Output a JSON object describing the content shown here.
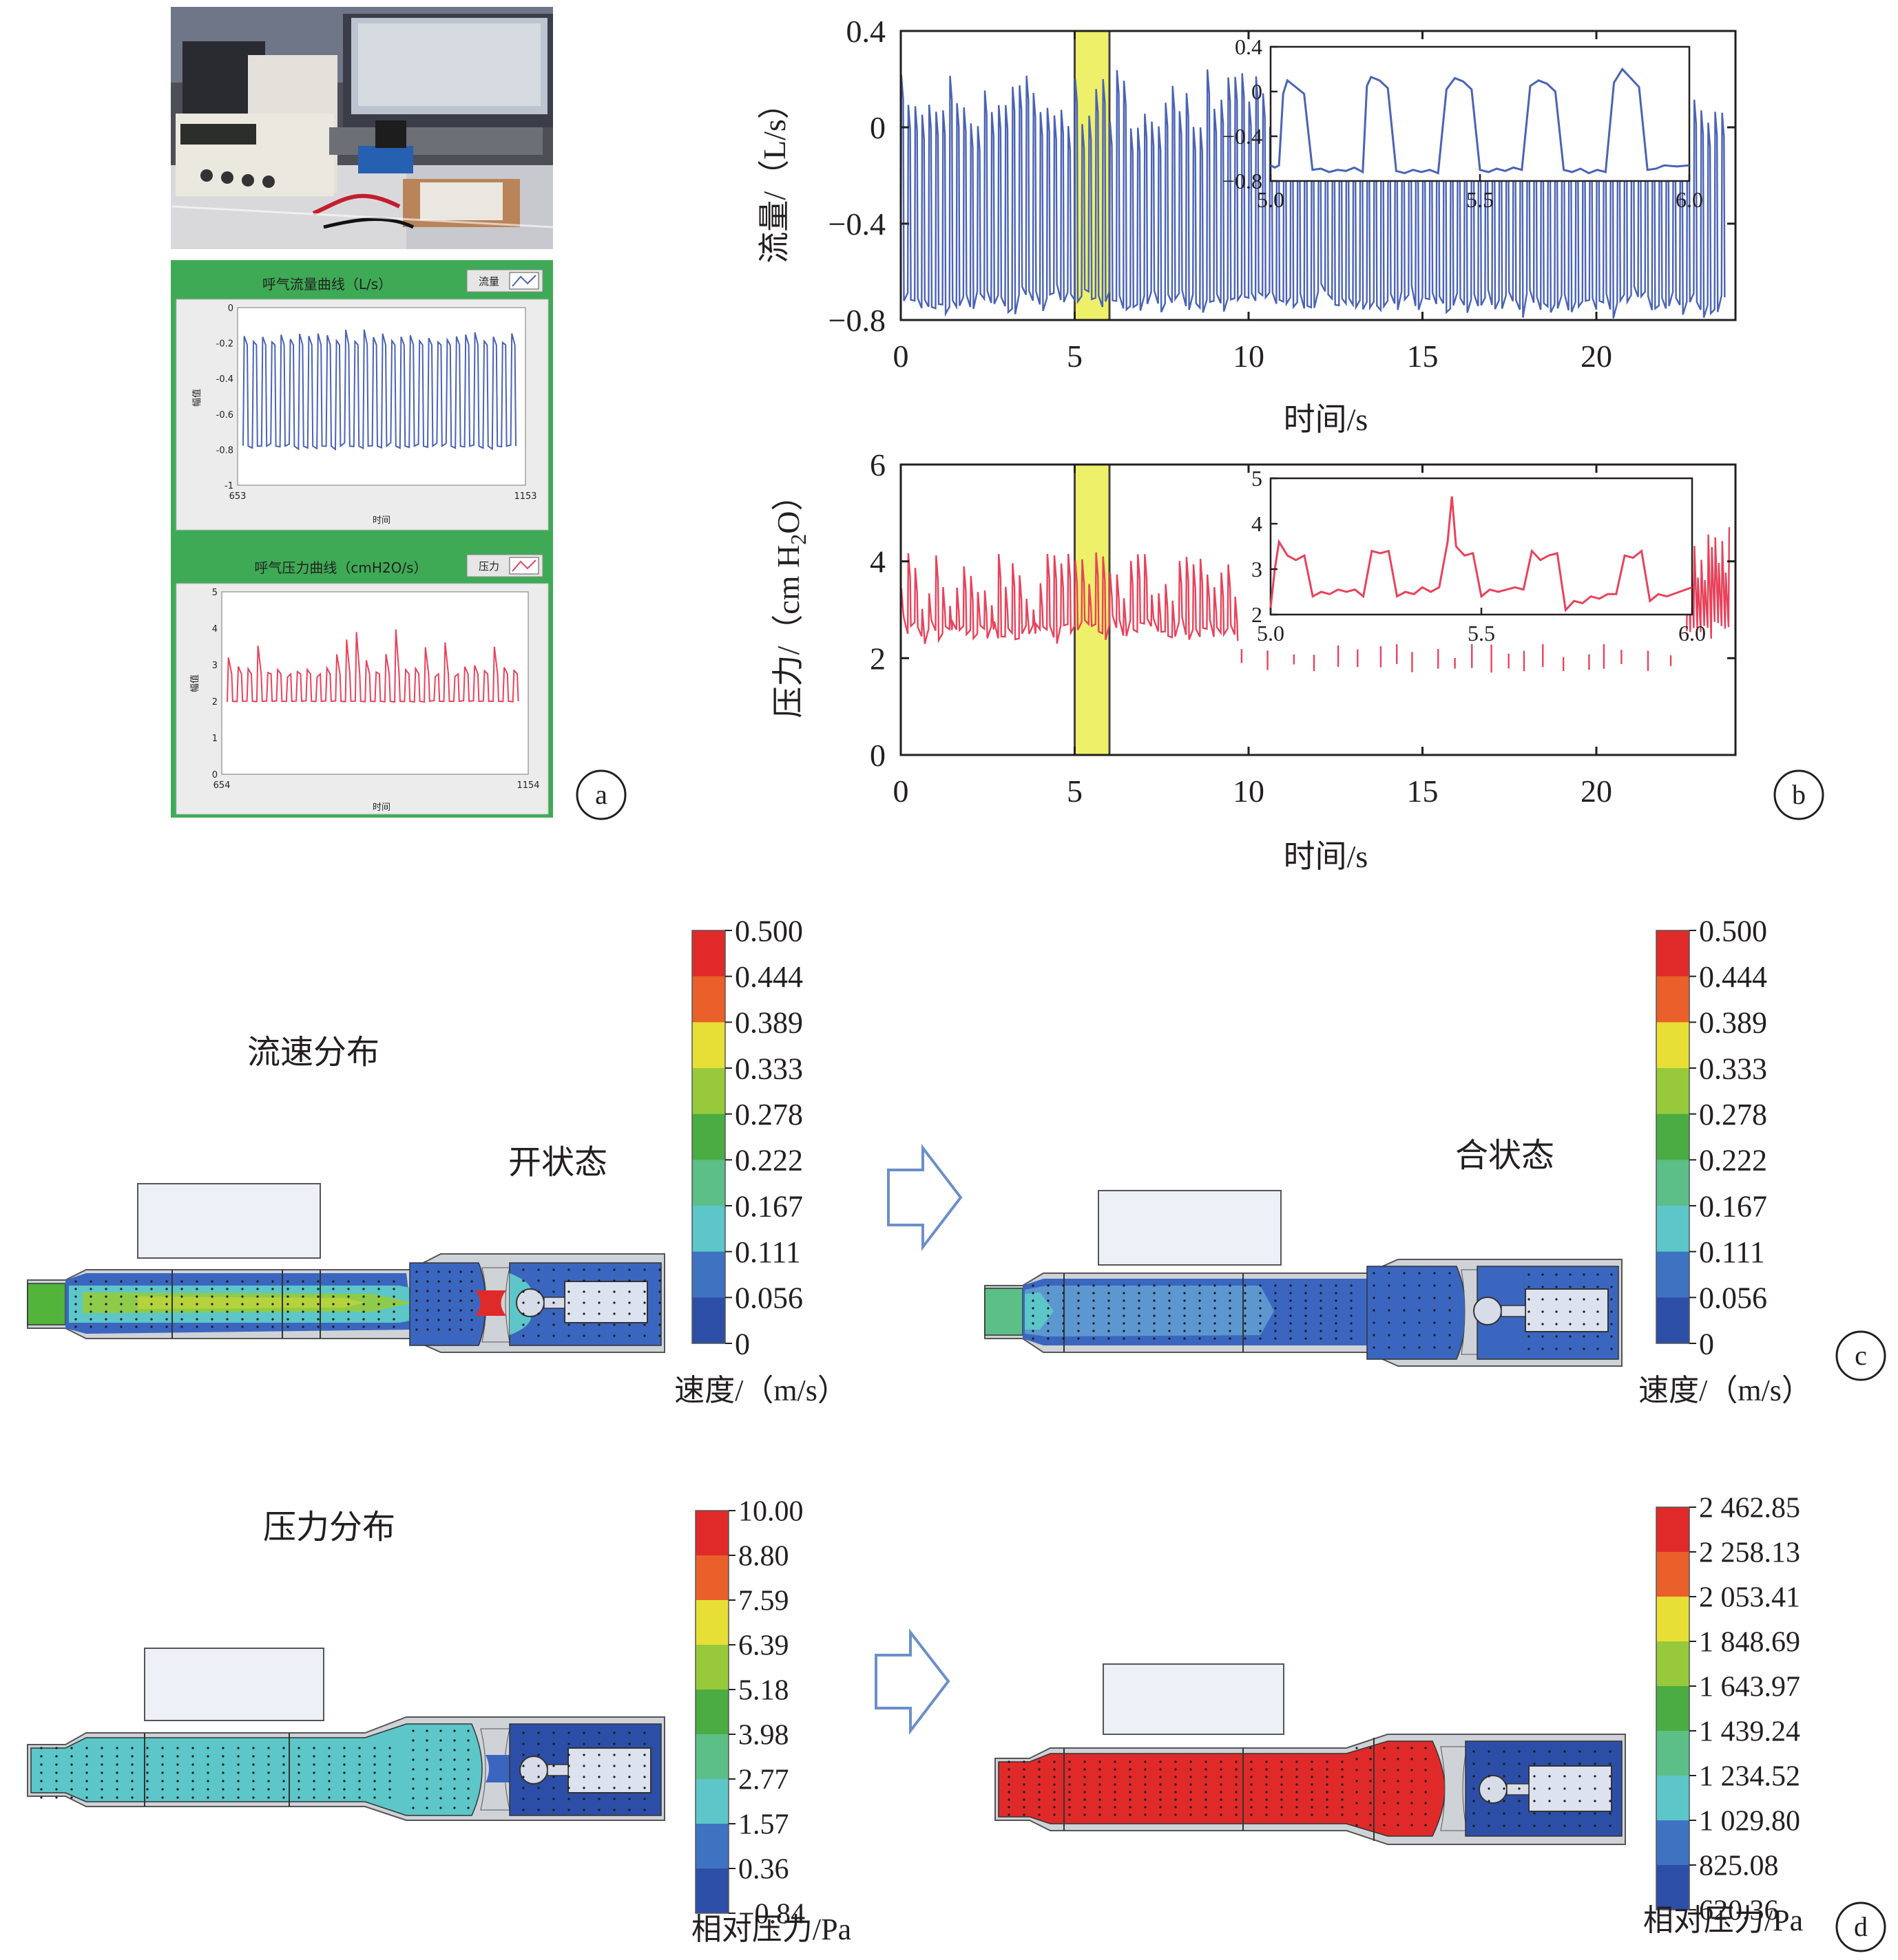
{
  "panel_labels": {
    "a": "a",
    "b": "b",
    "c": "c",
    "d": "d"
  },
  "panel_a": {
    "flow_title": "呼气流量曲线（L/s）",
    "flow_legend": "流量",
    "pressure_title": "呼气压力曲线（cmH2O/s）",
    "pressure_legend": "压力",
    "y_label": "幅值",
    "x_label": "时间",
    "flow_ticks_y": [
      "0",
      "-0.2",
      "-0.4",
      "-0.6",
      "-0.8",
      "-1"
    ],
    "flow_ticks_x": [
      "653",
      "1153"
    ],
    "pressure_ticks_y": [
      "5",
      "4",
      "3",
      "2",
      "1",
      "0"
    ],
    "pressure_ticks_x": [
      "654",
      "1154"
    ]
  },
  "chart_data": [
    {
      "type": "line",
      "ylabel": "流量/（L/s）",
      "xlabel": "时间/s",
      "xlim": [
        0,
        24
      ],
      "ylim": [
        -0.8,
        0.4
      ],
      "x_ticks": [
        "0",
        "5",
        "10",
        "15",
        "20"
      ],
      "y_ticks": [
        "0.4",
        "0",
        "−0.4",
        "−0.8"
      ],
      "highlight": [
        5.0,
        6.0
      ],
      "series": [
        {
          "color": "#4a63b5",
          "low": -0.72,
          "high": 0.12,
          "period": 0.2
        }
      ],
      "inset": {
        "xlim": [
          5.0,
          6.0
        ],
        "ylim": [
          -0.8,
          0.4
        ],
        "x_ticks": [
          "5.0",
          "5.5",
          "6.0"
        ],
        "y_ticks": [
          "0.4",
          "0",
          "−0.4",
          "−0.8"
        ],
        "points": [
          [
            5.0,
            -0.66
          ],
          [
            5.01,
            -0.68
          ],
          [
            5.02,
            -0.66
          ],
          [
            5.03,
            -0.02
          ],
          [
            5.04,
            0.1
          ],
          [
            5.06,
            0.04
          ],
          [
            5.08,
            -0.02
          ],
          [
            5.1,
            -0.7
          ],
          [
            5.12,
            -0.69
          ],
          [
            5.14,
            -0.72
          ],
          [
            5.16,
            -0.7
          ],
          [
            5.18,
            -0.71
          ],
          [
            5.2,
            -0.68
          ],
          [
            5.22,
            -0.72
          ],
          [
            5.23,
            0.05
          ],
          [
            5.24,
            0.13
          ],
          [
            5.26,
            0.1
          ],
          [
            5.28,
            0.03
          ],
          [
            5.3,
            -0.71
          ],
          [
            5.32,
            -0.73
          ],
          [
            5.34,
            -0.7
          ],
          [
            5.36,
            -0.72
          ],
          [
            5.38,
            -0.7
          ],
          [
            5.4,
            -0.73
          ],
          [
            5.42,
            0.02
          ],
          [
            5.44,
            0.12
          ],
          [
            5.46,
            0.09
          ],
          [
            5.48,
            0.02
          ],
          [
            5.5,
            -0.7
          ],
          [
            5.52,
            -0.72
          ],
          [
            5.54,
            -0.69
          ],
          [
            5.56,
            -0.71
          ],
          [
            5.58,
            -0.68
          ],
          [
            5.6,
            -0.7
          ],
          [
            5.62,
            0.05
          ],
          [
            5.64,
            0.1
          ],
          [
            5.66,
            0.07
          ],
          [
            5.68,
            0.0
          ],
          [
            5.7,
            -0.7
          ],
          [
            5.72,
            -0.72
          ],
          [
            5.74,
            -0.69
          ],
          [
            5.76,
            -0.73
          ],
          [
            5.78,
            -0.7
          ],
          [
            5.8,
            -0.72
          ],
          [
            5.82,
            0.08
          ],
          [
            5.84,
            0.2
          ],
          [
            5.86,
            0.12
          ],
          [
            5.88,
            0.04
          ],
          [
            5.9,
            -0.7
          ],
          [
            5.92,
            -0.69
          ],
          [
            5.94,
            -0.66
          ],
          [
            5.97,
            -0.67
          ],
          [
            6.0,
            -0.66
          ]
        ]
      }
    },
    {
      "type": "line",
      "ylabel": "压力/（cm H2O）",
      "xlabel": "时间/s",
      "xlim": [
        0,
        24
      ],
      "ylim": [
        0,
        6
      ],
      "x_ticks": [
        "0",
        "5",
        "10",
        "15",
        "20"
      ],
      "y_ticks": [
        "6",
        "4",
        "2",
        "0"
      ],
      "highlight": [
        5.0,
        6.0
      ],
      "series": [
        {
          "color": "#e8435b",
          "low": 2.6,
          "high": 3.6,
          "period": 0.2
        }
      ],
      "inset": {
        "xlim": [
          5.0,
          6.0
        ],
        "ylim": [
          2,
          5
        ],
        "x_ticks": [
          "5.0",
          "5.5",
          "6.0"
        ],
        "y_ticks": [
          "5",
          "4",
          "3",
          "2"
        ],
        "points": [
          [
            5.0,
            2.15
          ],
          [
            5.01,
            3.0
          ],
          [
            5.02,
            3.6
          ],
          [
            5.04,
            3.3
          ],
          [
            5.06,
            3.2
          ],
          [
            5.08,
            3.3
          ],
          [
            5.1,
            2.4
          ],
          [
            5.12,
            2.5
          ],
          [
            5.14,
            2.45
          ],
          [
            5.16,
            2.55
          ],
          [
            5.18,
            2.5
          ],
          [
            5.2,
            2.55
          ],
          [
            5.22,
            2.4
          ],
          [
            5.24,
            3.4
          ],
          [
            5.26,
            3.35
          ],
          [
            5.28,
            3.4
          ],
          [
            5.3,
            2.4
          ],
          [
            5.32,
            2.5
          ],
          [
            5.34,
            2.45
          ],
          [
            5.36,
            2.6
          ],
          [
            5.38,
            2.5
          ],
          [
            5.4,
            2.6
          ],
          [
            5.42,
            3.6
          ],
          [
            5.43,
            4.6
          ],
          [
            5.44,
            3.5
          ],
          [
            5.46,
            3.3
          ],
          [
            5.48,
            3.35
          ],
          [
            5.5,
            2.4
          ],
          [
            5.52,
            2.55
          ],
          [
            5.54,
            2.5
          ],
          [
            5.56,
            2.55
          ],
          [
            5.58,
            2.6
          ],
          [
            5.6,
            2.55
          ],
          [
            5.62,
            3.4
          ],
          [
            5.64,
            3.2
          ],
          [
            5.66,
            3.3
          ],
          [
            5.68,
            3.35
          ],
          [
            5.7,
            2.1
          ],
          [
            5.72,
            2.3
          ],
          [
            5.74,
            2.25
          ],
          [
            5.76,
            2.4
          ],
          [
            5.78,
            2.35
          ],
          [
            5.8,
            2.45
          ],
          [
            5.82,
            2.45
          ],
          [
            5.84,
            3.3
          ],
          [
            5.86,
            3.25
          ],
          [
            5.88,
            3.4
          ],
          [
            5.9,
            2.3
          ],
          [
            5.92,
            2.45
          ],
          [
            5.94,
            2.4
          ],
          [
            5.97,
            2.5
          ],
          [
            6.0,
            2.6
          ]
        ]
      }
    }
  ],
  "panel_c": {
    "section_title": "流速分布",
    "state_open": "开状态",
    "state_closed": "合状态",
    "legend_label": "速度/（m/s）",
    "legend_ticks": [
      "0.500",
      "0.444",
      "0.389",
      "0.333",
      "0.278",
      "0.222",
      "0.167",
      "0.111",
      "0.056",
      "0"
    ],
    "legend_colors": [
      "#e02a2a",
      "#e9602a",
      "#e7df36",
      "#97c93b",
      "#4aac43",
      "#5cbf87",
      "#5cc6c9",
      "#3e73c2",
      "#2c4ea6"
    ]
  },
  "panel_d": {
    "section_title": "压力分布",
    "legend_label": "相对压力/Pa",
    "left_ticks": [
      "10.00",
      "8.80",
      "7.59",
      "6.39",
      "5.18",
      "3.98",
      "2.77",
      "1.57",
      "0.36",
      "−0.84"
    ],
    "right_ticks": [
      "2 462.85",
      "2 258.13",
      "2 053.41",
      "1 848.69",
      "1 643.97",
      "1 439.24",
      "1 234.52",
      "1 029.80",
      "825.08",
      "620.36"
    ],
    "legend_colors": [
      "#e02a2a",
      "#e9602a",
      "#e7df36",
      "#97c93b",
      "#4aac43",
      "#5cbf87",
      "#5cc6c9",
      "#3e73c2",
      "#2c4ea6"
    ]
  }
}
